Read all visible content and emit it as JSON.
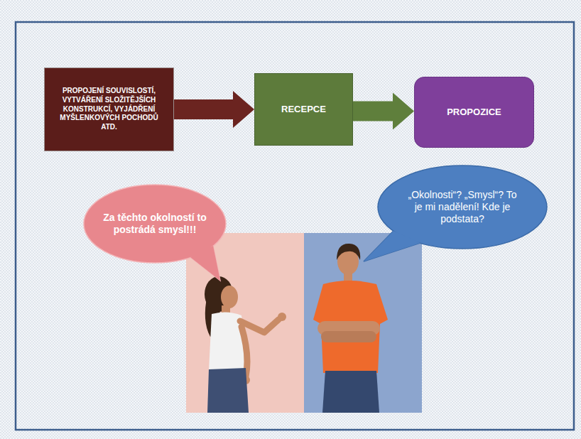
{
  "diagram": {
    "nodes": [
      {
        "text": [
          "PROPOJENÍ SOUVISLOSTÍ, VYTVÁŘENÍ SLOŽITĚJŠÍCH KONSTRUKCÍ, VYJÁDŘENÍ MYŠLENKOVÝCH POCHODŮ ATD."
        ]
      },
      {
        "text": [
          "RECEPCE"
        ]
      },
      {
        "text": [
          "PROPOZICE"
        ]
      },
      {
        "text": [
          "Za těchto okolností to postrádá smysl!!!"
        ]
      },
      {
        "text": [
          "„Okolnosti“? „Smysl“? To je mi nadělení! Kde je podstata?"
        ]
      }
    ],
    "edges": [
      {
        "from": 0,
        "to": 1,
        "arrow": "to"
      },
      {
        "from": 1,
        "to": 2,
        "arrow": "to"
      }
    ]
  }
}
